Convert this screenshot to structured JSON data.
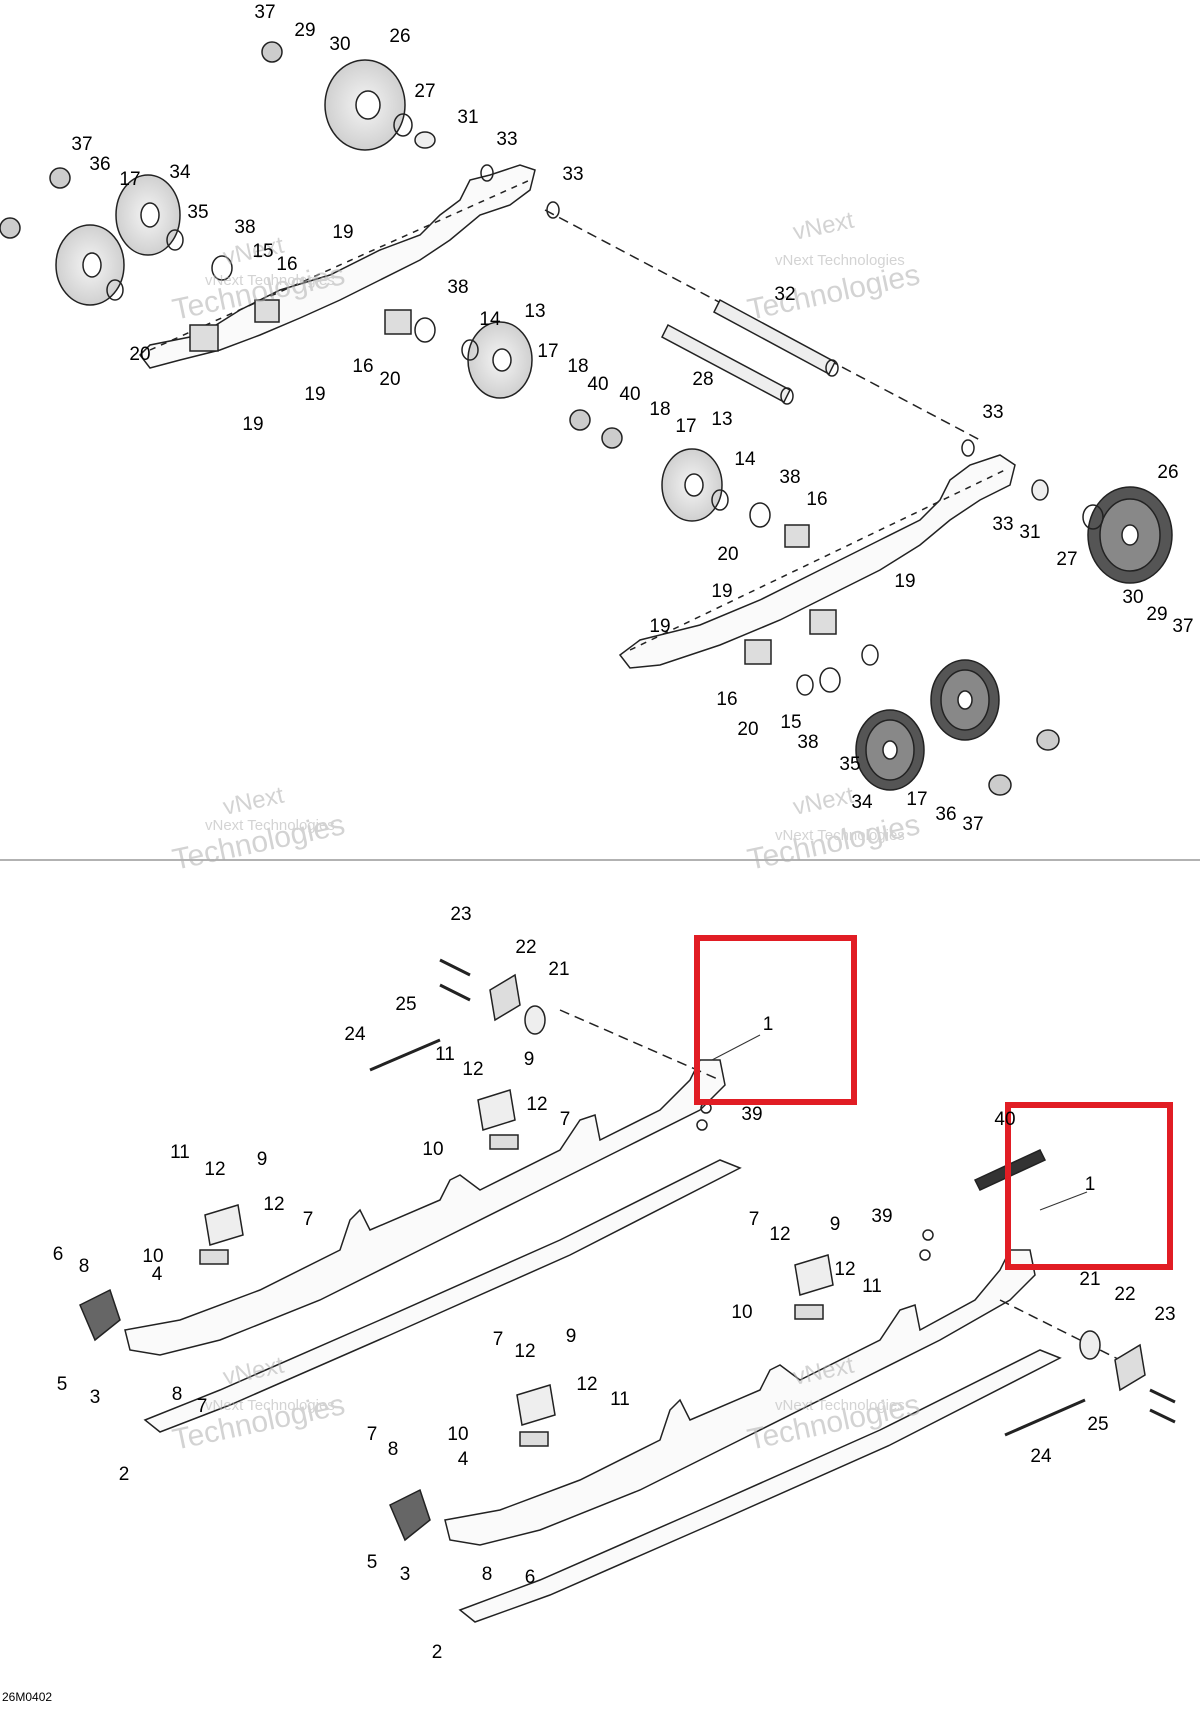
{
  "diagram": {
    "caption": "26M0402",
    "watermark_text": [
      "vNext",
      "vNext Technologies",
      "Technologies"
    ],
    "highlight_color": "#e11d24",
    "callouts_top": [
      {
        "id": "c37a",
        "label": "37"
      },
      {
        "id": "c29a",
        "label": "29"
      },
      {
        "id": "c30a",
        "label": "30"
      },
      {
        "id": "c26a",
        "label": "26"
      },
      {
        "id": "c27a",
        "label": "27"
      },
      {
        "id": "c31a",
        "label": "31"
      },
      {
        "id": "c33a",
        "label": "33"
      },
      {
        "id": "c33b",
        "label": "33"
      },
      {
        "id": "c37b",
        "label": "37"
      },
      {
        "id": "c36a",
        "label": "36"
      },
      {
        "id": "c17a",
        "label": "17"
      },
      {
        "id": "c34a",
        "label": "34"
      },
      {
        "id": "c35a",
        "label": "35"
      },
      {
        "id": "c38a",
        "label": "38"
      },
      {
        "id": "c19a",
        "label": "19"
      },
      {
        "id": "c15a",
        "label": "15"
      },
      {
        "id": "c16a",
        "label": "16"
      },
      {
        "id": "c32",
        "label": "32"
      },
      {
        "id": "c38b",
        "label": "38"
      },
      {
        "id": "c13a",
        "label": "13"
      },
      {
        "id": "c14a",
        "label": "14"
      },
      {
        "id": "c17b",
        "label": "17"
      },
      {
        "id": "c18a",
        "label": "18"
      },
      {
        "id": "c20a",
        "label": "20"
      },
      {
        "id": "c16b",
        "label": "16"
      },
      {
        "id": "c20b",
        "label": "20"
      },
      {
        "id": "c19b",
        "label": "19"
      },
      {
        "id": "c19c",
        "label": "19"
      },
      {
        "id": "c28",
        "label": "28"
      },
      {
        "id": "c40a",
        "label": "40"
      },
      {
        "id": "c40b",
        "label": "40"
      },
      {
        "id": "c18b",
        "label": "18"
      },
      {
        "id": "c17c",
        "label": "17"
      },
      {
        "id": "c13b",
        "label": "13"
      },
      {
        "id": "c33c",
        "label": "33"
      },
      {
        "id": "c14b",
        "label": "14"
      },
      {
        "id": "c38c",
        "label": "38"
      },
      {
        "id": "c16c",
        "label": "16"
      },
      {
        "id": "c26b",
        "label": "26"
      },
      {
        "id": "c33d",
        "label": "33"
      },
      {
        "id": "c31b",
        "label": "31"
      },
      {
        "id": "c27b",
        "label": "27"
      },
      {
        "id": "c20c",
        "label": "20"
      },
      {
        "id": "c19d",
        "label": "19"
      },
      {
        "id": "c19e",
        "label": "19"
      },
      {
        "id": "c19f",
        "label": "19"
      },
      {
        "id": "c30b",
        "label": "30"
      },
      {
        "id": "c29b",
        "label": "29"
      },
      {
        "id": "c37c",
        "label": "37"
      },
      {
        "id": "c16d",
        "label": "16"
      },
      {
        "id": "c20d",
        "label": "20"
      },
      {
        "id": "c15b",
        "label": "15"
      },
      {
        "id": "c38d",
        "label": "38"
      },
      {
        "id": "c35b",
        "label": "35"
      },
      {
        "id": "c34b",
        "label": "34"
      },
      {
        "id": "c17d",
        "label": "17"
      },
      {
        "id": "c36b",
        "label": "36"
      },
      {
        "id": "c37d",
        "label": "37"
      }
    ],
    "callouts_bottom": [
      {
        "id": "d23a",
        "label": "23"
      },
      {
        "id": "d22a",
        "label": "22"
      },
      {
        "id": "d21a",
        "label": "21"
      },
      {
        "id": "d25a",
        "label": "25"
      },
      {
        "id": "d24a",
        "label": "24"
      },
      {
        "id": "d1a",
        "label": "1"
      },
      {
        "id": "d11a",
        "label": "11"
      },
      {
        "id": "d12a",
        "label": "12"
      },
      {
        "id": "d9a",
        "label": "9"
      },
      {
        "id": "d39a",
        "label": "39"
      },
      {
        "id": "d12b",
        "label": "12"
      },
      {
        "id": "d7a",
        "label": "7"
      },
      {
        "id": "d10a",
        "label": "10"
      },
      {
        "id": "d40a",
        "label": "40"
      },
      {
        "id": "d11b",
        "label": "11"
      },
      {
        "id": "d12c",
        "label": "12"
      },
      {
        "id": "d9b",
        "label": "9"
      },
      {
        "id": "d12d",
        "label": "12"
      },
      {
        "id": "d7b",
        "label": "7"
      },
      {
        "id": "d10b",
        "label": "10"
      },
      {
        "id": "d1b",
        "label": "1"
      },
      {
        "id": "d6a",
        "label": "6"
      },
      {
        "id": "d8a",
        "label": "8"
      },
      {
        "id": "d4a",
        "label": "4"
      },
      {
        "id": "d39b",
        "label": "39"
      },
      {
        "id": "d7c",
        "label": "7"
      },
      {
        "id": "d12e",
        "label": "12"
      },
      {
        "id": "d9c",
        "label": "9"
      },
      {
        "id": "d12f",
        "label": "12"
      },
      {
        "id": "d11c",
        "label": "11"
      },
      {
        "id": "d10c",
        "label": "10"
      },
      {
        "id": "d21b",
        "label": "21"
      },
      {
        "id": "d22b",
        "label": "22"
      },
      {
        "id": "d23b",
        "label": "23"
      },
      {
        "id": "d5a",
        "label": "5"
      },
      {
        "id": "d3a",
        "label": "3"
      },
      {
        "id": "d8b",
        "label": "8"
      },
      {
        "id": "d7d",
        "label": "7"
      },
      {
        "id": "d2a",
        "label": "2"
      },
      {
        "id": "d9d",
        "label": "9"
      },
      {
        "id": "d7e",
        "label": "7"
      },
      {
        "id": "d12g",
        "label": "12"
      },
      {
        "id": "d12h",
        "label": "12"
      },
      {
        "id": "d11d",
        "label": "11"
      },
      {
        "id": "d10d",
        "label": "10"
      },
      {
        "id": "d7f",
        "label": "7"
      },
      {
        "id": "d8c",
        "label": "8"
      },
      {
        "id": "d4b",
        "label": "4"
      },
      {
        "id": "d25b",
        "label": "25"
      },
      {
        "id": "d24b",
        "label": "24"
      },
      {
        "id": "d5b",
        "label": "5"
      },
      {
        "id": "d3b",
        "label": "3"
      },
      {
        "id": "d8d",
        "label": "8"
      },
      {
        "id": "d6b",
        "label": "6"
      },
      {
        "id": "d2b",
        "label": "2"
      }
    ]
  }
}
